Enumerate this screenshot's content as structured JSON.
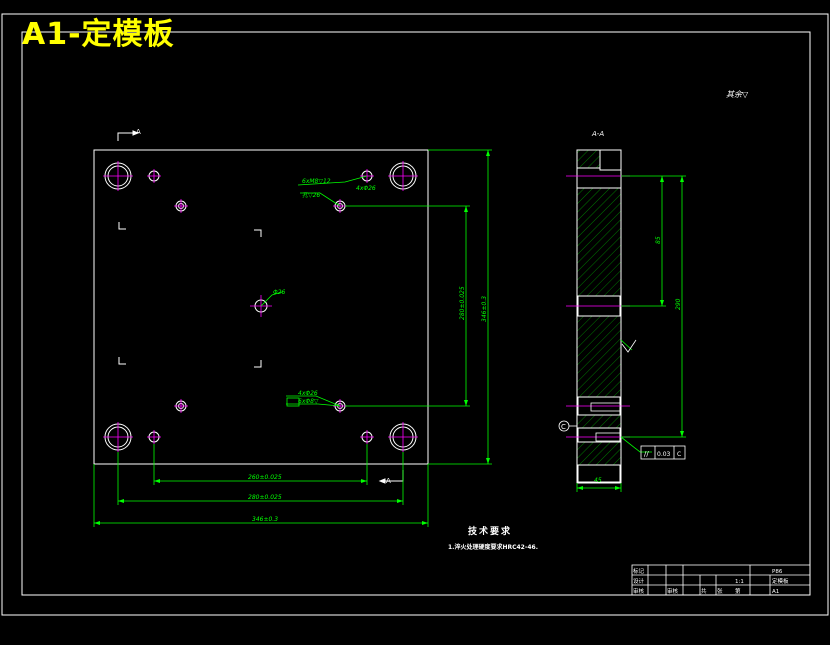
{
  "drawing": {
    "title": "A1-定模板",
    "tech_requirements_title": "技术要求",
    "tech_requirements_note": "1.淬火处理硬度要求HRC42-46.",
    "roughness_note": "其余▽",
    "section_label": "A-A",
    "section_marker": "A",
    "dimensions": {
      "hole_6x": "6xM8▽12",
      "hole_depth": "孔▽26",
      "hole_4x": "4xΦ26",
      "center_hole": "Φ26",
      "side_hole": "6xΦ8▽",
      "spacing_inner": "260±0.025",
      "spacing_mid": "280±0.025",
      "overall_width": "346±0.3",
      "right_inner": "280±0.025",
      "right_overall": "346±0.3",
      "section_upper": "85",
      "section_full": "290",
      "section_thickness": "45"
    },
    "tolerance_frame": {
      "symbol": "//",
      "value": "0.03",
      "datum": "C"
    },
    "datum_label": "C",
    "title_block": {
      "rows": [
        [
          "标记",
          "",
          "",
          "",
          "",
          "",
          "",
          "P86"
        ],
        [
          "设计",
          "",
          "",
          "",
          "",
          "",
          "1:1",
          "定模板"
        ],
        [
          "审核",
          "",
          "审核",
          "",
          "共",
          "张",
          "第",
          "A1"
        ]
      ]
    }
  },
  "colors": {
    "background": "#000000",
    "frame": "#ffffff",
    "outline": "#ffffff",
    "dimension": "#00ff00",
    "center_mark": "#ff00ff",
    "title": "#ffff00"
  }
}
